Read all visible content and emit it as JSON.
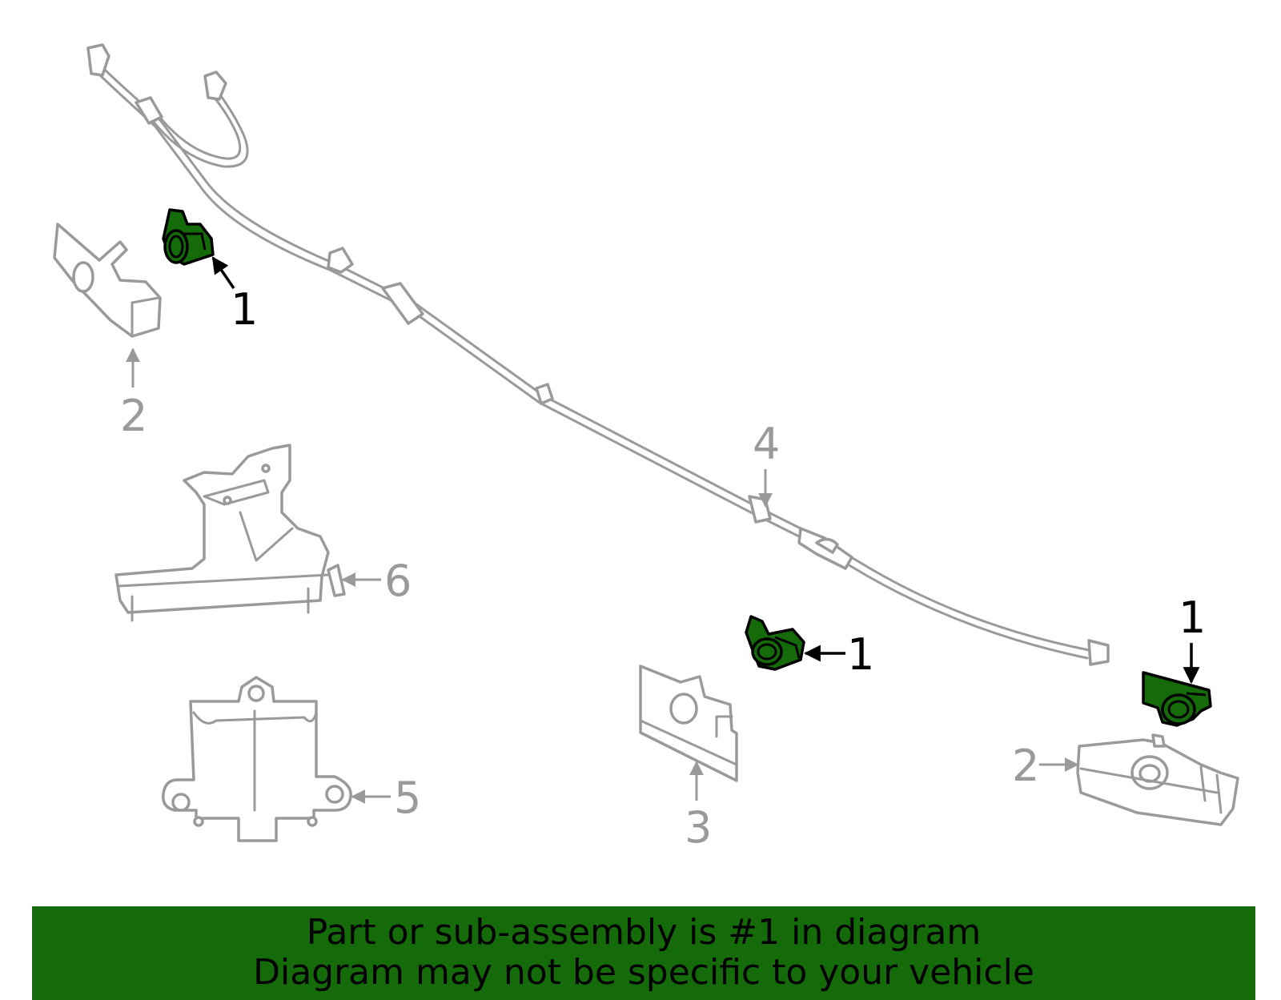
{
  "callouts": {
    "sensor_top_left": "1",
    "sensor_middle": "1",
    "sensor_right": "1",
    "bracket_left": "2",
    "bracket_right": "2",
    "bracket_center": "3",
    "harness": "4",
    "module": "5",
    "mount": "6"
  },
  "banner": {
    "line1": "Part or sub-assembly is #1 in diagram",
    "line2": "Diagram may not be specific to your vehicle"
  },
  "colors": {
    "highlight": "#156a0a",
    "line_art": "#9a9a9a",
    "callout_primary": "#000000"
  }
}
